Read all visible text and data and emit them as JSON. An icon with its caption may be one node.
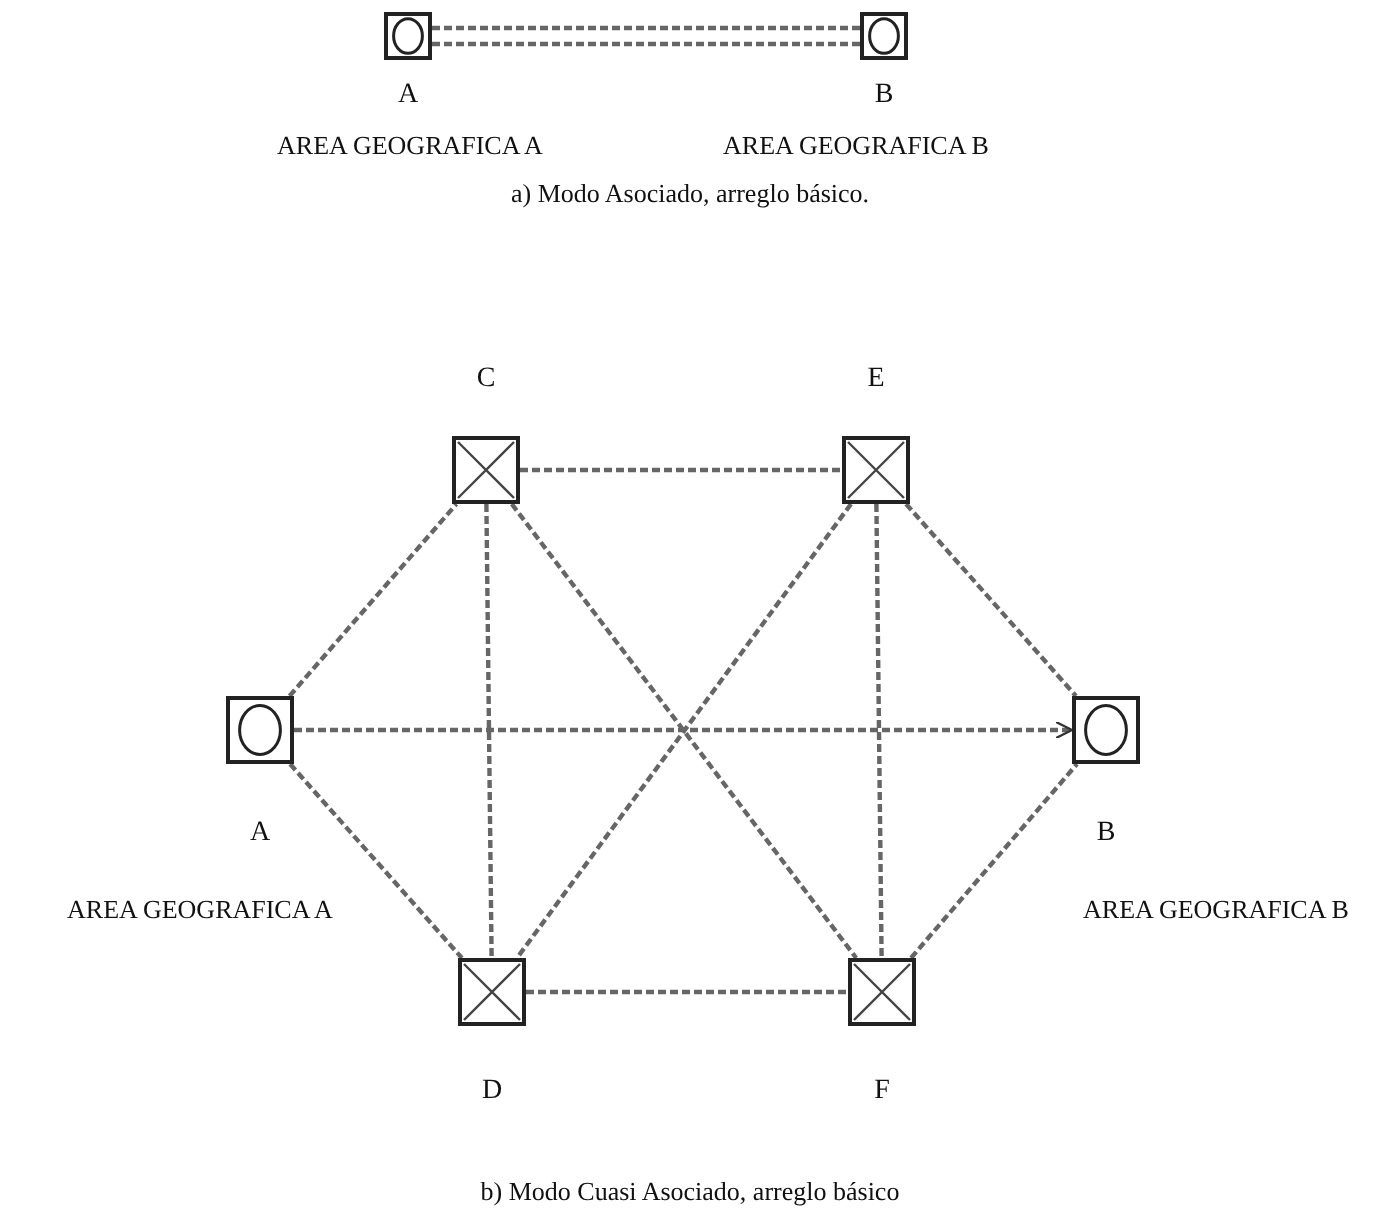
{
  "diagram": {
    "nodes": [
      {
        "text": [
          "A"
        ]
      },
      {
        "text": [
          "B"
        ]
      },
      {
        "text": [
          "C"
        ]
      },
      {
        "text": [
          "E"
        ]
      },
      {
        "text": [
          "A"
        ]
      },
      {
        "text": [
          "B"
        ]
      },
      {
        "text": [
          "D"
        ]
      },
      {
        "text": [
          "F"
        ]
      }
    ],
    "edges": [
      {
        "from": 0,
        "to": 1,
        "arrow": "none",
        "style": "dashed"
      },
      {
        "from": 0,
        "to": 1,
        "arrow": "none",
        "style": "dashed"
      },
      {
        "from": 4,
        "to": 2,
        "arrow": "none",
        "style": "dashed"
      },
      {
        "from": 4,
        "to": 6,
        "arrow": "none",
        "style": "dashed"
      },
      {
        "from": 4,
        "to": 5,
        "arrow": "to",
        "style": "dashed"
      },
      {
        "from": 2,
        "to": 3,
        "arrow": "none",
        "style": "dashed"
      },
      {
        "from": 2,
        "to": 6,
        "arrow": "none",
        "style": "dashed"
      },
      {
        "from": 2,
        "to": 7,
        "arrow": "none",
        "style": "dashed"
      },
      {
        "from": 3,
        "to": 6,
        "arrow": "none",
        "style": "dashed"
      },
      {
        "from": 3,
        "to": 7,
        "arrow": "none",
        "style": "dashed"
      },
      {
        "from": 3,
        "to": 5,
        "arrow": "none",
        "style": "dashed"
      },
      {
        "from": 6,
        "to": 7,
        "arrow": "none",
        "style": "dashed"
      },
      {
        "from": 7,
        "to": 5,
        "arrow": "none",
        "style": "dashed"
      }
    ],
    "labels": [
      "AREA GEOGRAFICA A",
      "AREA GEOGRAFICA B",
      "a) Modo Asociado, arreglo básico.",
      "AREA GEOGRAFICA A",
      "AREA GEOGRAFICA B",
      "b) Modo Cuasi Asociado, arreglo básico"
    ]
  }
}
